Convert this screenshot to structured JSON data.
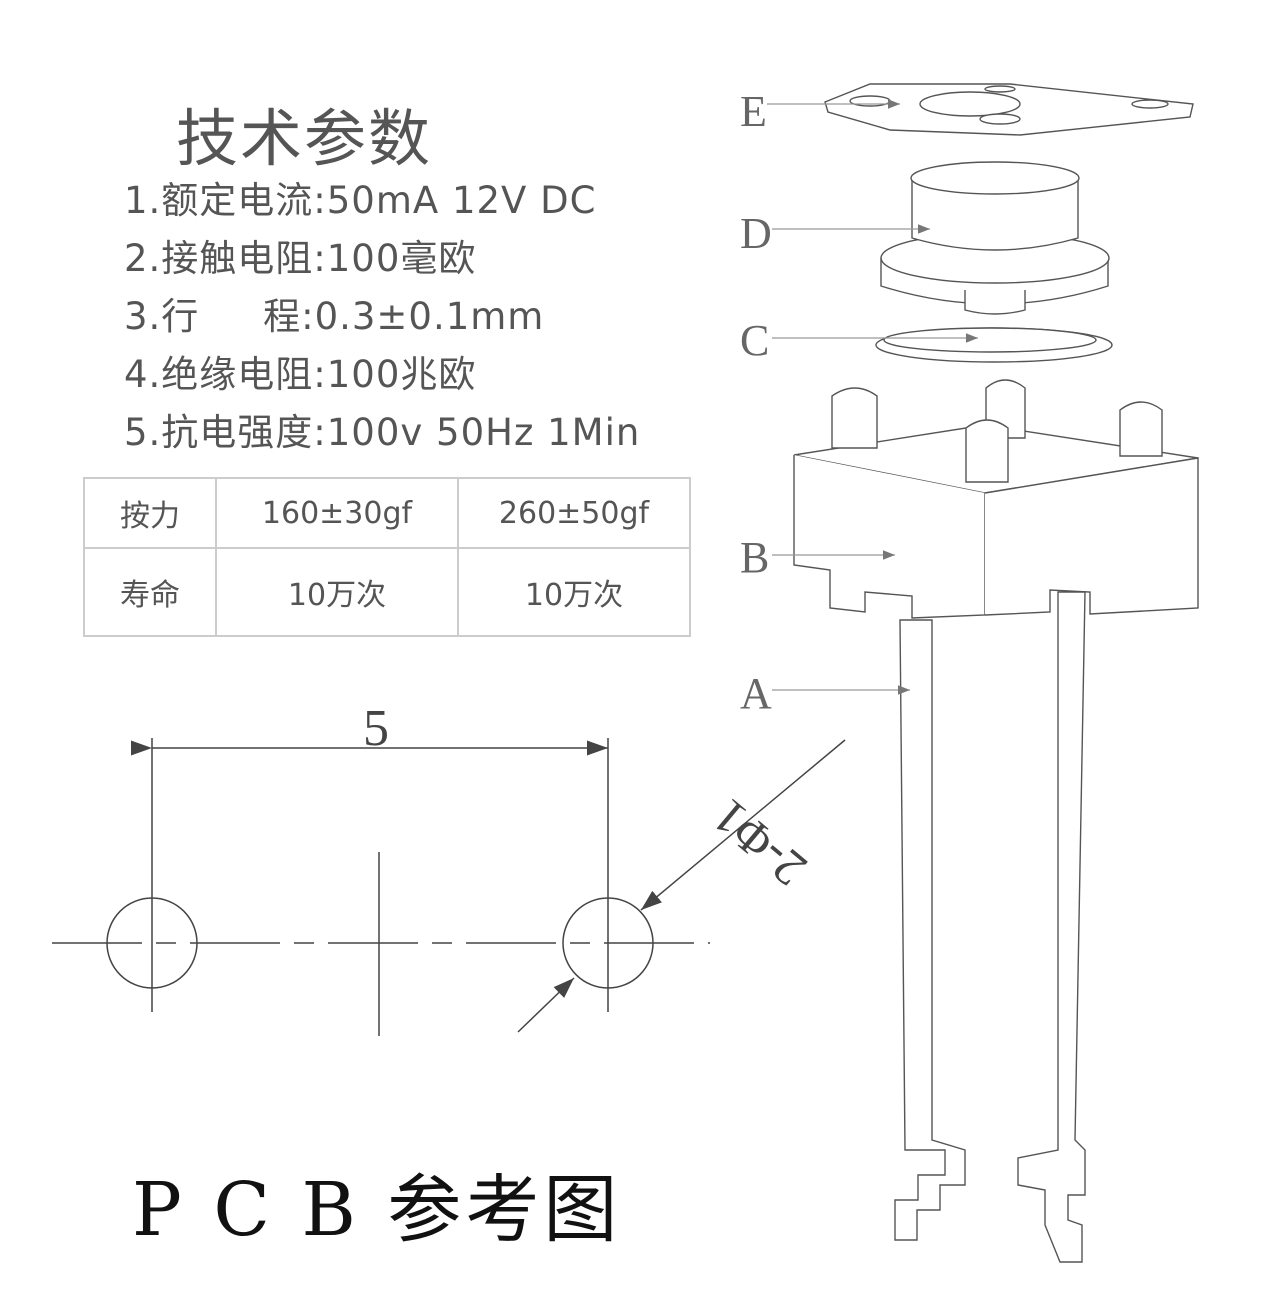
{
  "title": "技术参数",
  "specs": [
    "1.额定电流:50mA 12V DC",
    "2.接触电阻:100毫欧",
    "3.行     程:0.3±0.1mm",
    "4.绝缘电阻:100兆欧",
    "5.抗电强度:100v 50Hz 1Min"
  ],
  "table": {
    "rows": [
      {
        "label": "按力",
        "values": [
          "160±30gf",
          "260±50gf"
        ]
      },
      {
        "label": "寿命",
        "values": [
          "10万次",
          "10万次"
        ]
      }
    ]
  },
  "pcb": {
    "spacing": "5",
    "hole": "2-Φ1",
    "caption": "P C B 参考图"
  },
  "parts": {
    "E": "E",
    "D": "D",
    "C": "C",
    "B": "B",
    "A": "A"
  }
}
